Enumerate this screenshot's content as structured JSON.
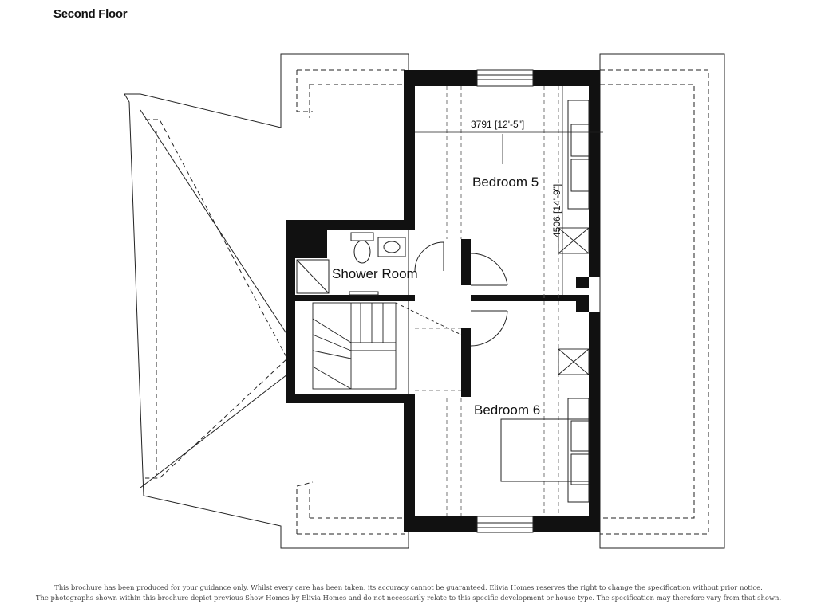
{
  "page": {
    "title": "Second Floor"
  },
  "rooms": {
    "bedroom5": {
      "label": "Bedroom 5",
      "width_dim": "3791 [12'-5\"]",
      "length_dim": "4506 [14'-9\"]"
    },
    "bedroom6": {
      "label": "Bedroom 6"
    },
    "shower": {
      "label": "Shower Room"
    }
  },
  "footer": {
    "line1": "This brochure has been produced for your guidance only. Whilst every care has been taken, its accuracy cannot be guaranteed. Elivia Homes reserves the right to change the specification without prior notice.",
    "line2": "The photographs shown within this brochure depict previous Show Homes by Elivia Homes and do not necessarily relate to this specific development or house type. The specification may therefore vary from that shown."
  }
}
